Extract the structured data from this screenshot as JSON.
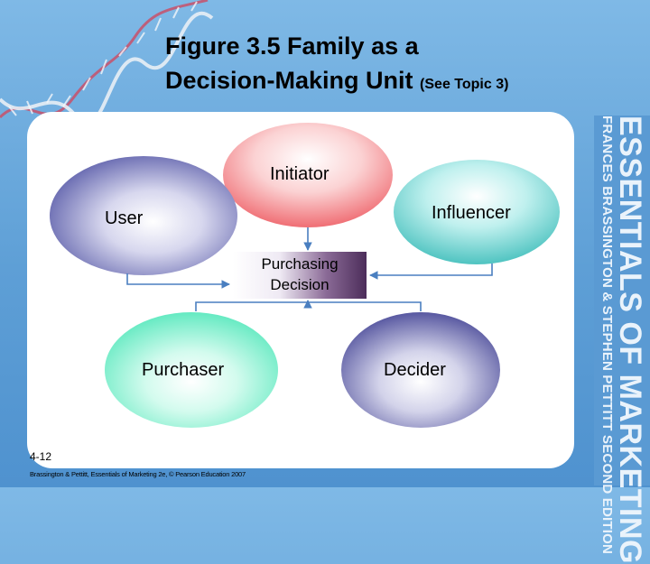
{
  "title": {
    "line1": "Figure 3.5 Family as a",
    "line2": "Decision-Making Unit",
    "line2_suffix": "(See Topic 3)"
  },
  "diagram": {
    "nodes": {
      "initiator": "Initiator",
      "influencer": "Influencer",
      "user": "User",
      "purchaser": "Purchaser",
      "decider": "Decider"
    },
    "decision_line1": "Purchasing",
    "decision_line2": "Decision"
  },
  "spine": {
    "line1": "ESSENTIALS OF MARKETING",
    "line2": "FRANCES BRASSINGTON & STEPHEN PETTITT   SECOND EDITION"
  },
  "footer": {
    "slide_number": "4-12",
    "citation": "Brassington & Pettitt, Essentials of Marketing 2e, © Pearson Education 2007"
  },
  "colors": {
    "background": "#6aa8dc",
    "panel": "#ffffff",
    "connector": "#4a7fc0",
    "initiator": "#f26a6f",
    "influencer": "#3cc3c0",
    "user": "#3c3f9a",
    "purchaser": "#3fe6b5",
    "decider": "#2a2a86"
  }
}
